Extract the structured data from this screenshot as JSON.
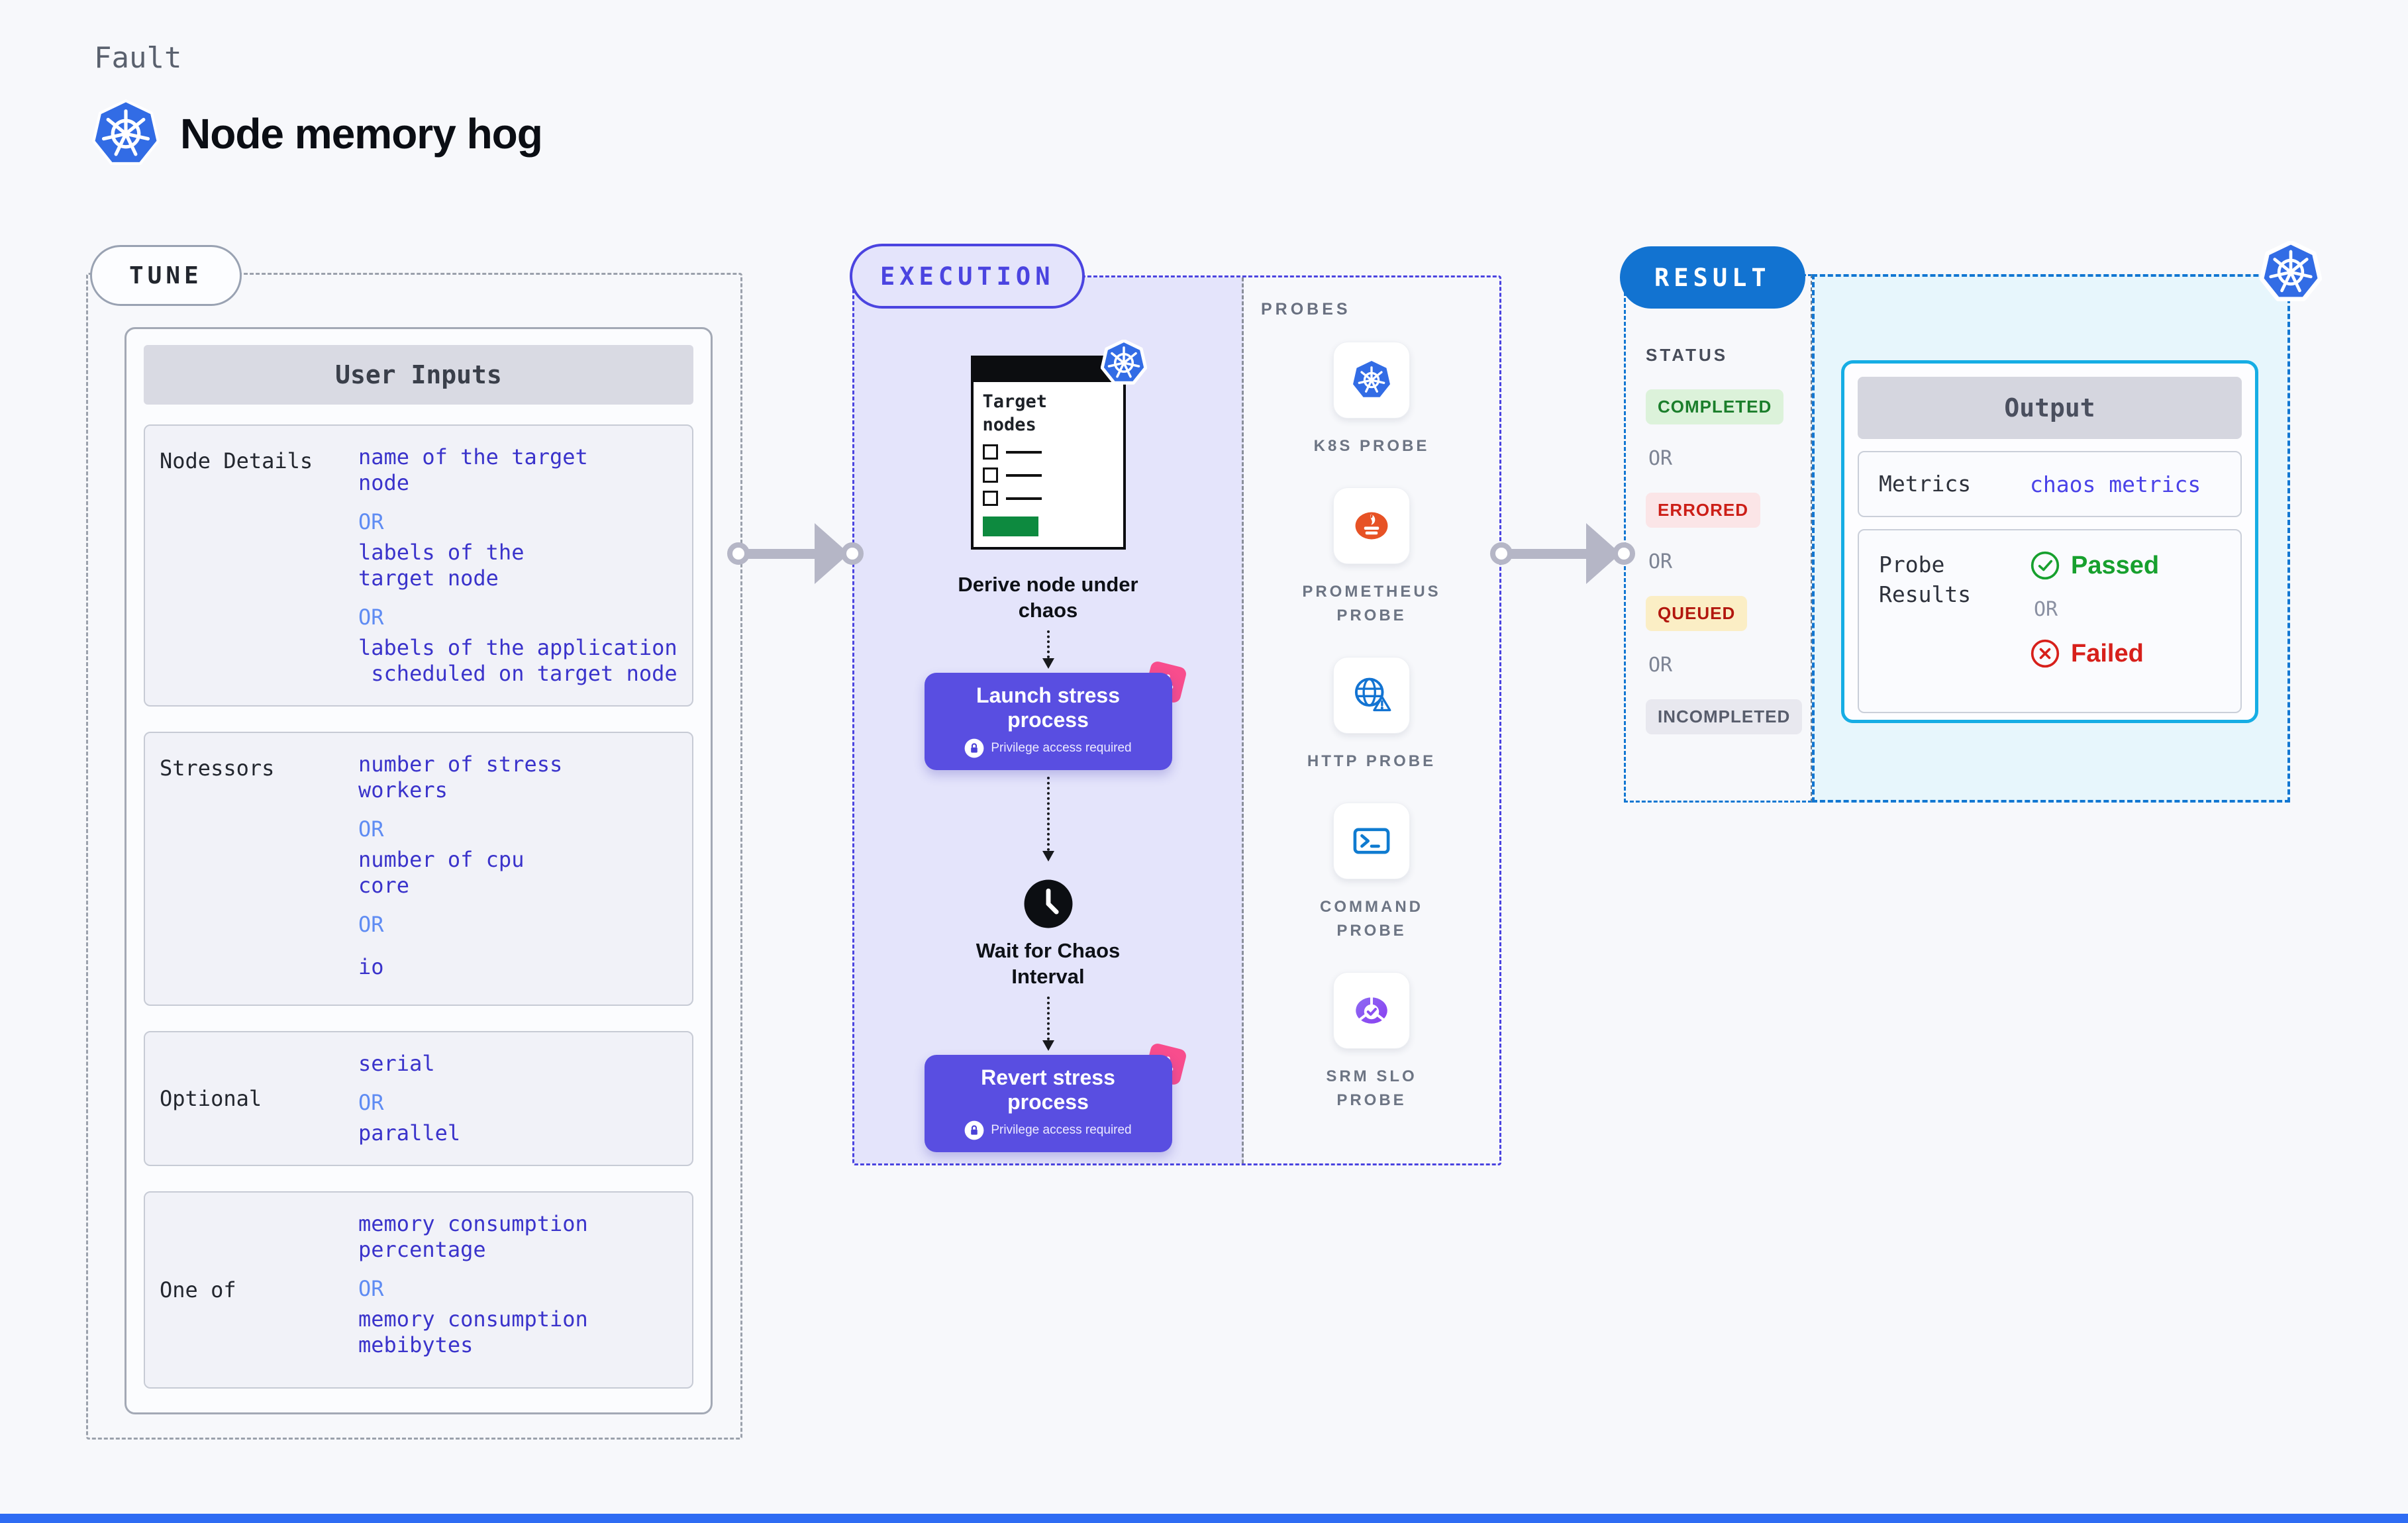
{
  "page": {
    "category_label": "Fault",
    "title": "Node memory hog"
  },
  "colors": {
    "accent_indigo": "#4b44e0",
    "process_button": "#594ee1",
    "result_blue": "#1273d1",
    "output_border_cyan": "#16ade4",
    "value_indigo": "#3a33cb",
    "or_blue": "#5f8cf3",
    "arrow_gray": "#b5b6c6",
    "kubernetes_blue": "#326ce5",
    "ribbon_pink": "#f84d8d",
    "passed_green": "#17a02e",
    "failed_red": "#d7201b"
  },
  "tune": {
    "badge": "TUNE",
    "table_title": "User Inputs",
    "or_label": "OR",
    "rows": [
      {
        "label": "Node Details",
        "options": [
          "name of the target\nnode",
          "labels of the\ntarget node",
          "labels of the application\n scheduled on target node"
        ]
      },
      {
        "label": "Stressors",
        "options": [
          "number of stress\nworkers",
          "number of cpu\ncore",
          "io"
        ]
      },
      {
        "label": "Optional",
        "options": [
          "serial",
          "parallel"
        ]
      },
      {
        "label": "One of",
        "options": [
          "memory consumption\npercentage",
          "memory consumption\nmebibytes"
        ]
      }
    ]
  },
  "execution": {
    "badge": "EXECUTION",
    "target_card_title": "Target\nnodes",
    "step1_caption": "Derive node under\nchaos",
    "launch_button": {
      "label": "Launch stress\nprocess",
      "sublabel": "Privilege access required"
    },
    "wait_caption": "Wait for Chaos\nInterval",
    "revert_button": {
      "label": "Revert stress\nprocess",
      "sublabel": "Privilege access required"
    }
  },
  "probes": {
    "title": "PROBES",
    "items": [
      {
        "label": "K8S PROBE",
        "icon": "kubernetes-icon"
      },
      {
        "label": "PROMETHEUS\nPROBE",
        "icon": "prometheus-icon"
      },
      {
        "label": "HTTP PROBE",
        "icon": "globe-alert-icon"
      },
      {
        "label": "COMMAND\nPROBE",
        "icon": "terminal-icon"
      },
      {
        "label": "SRM SLO\nPROBE",
        "icon": "slo-check-icon"
      }
    ]
  },
  "result": {
    "badge": "RESULT",
    "status_title": "STATUS",
    "or_label": "OR",
    "statuses": [
      {
        "label": "COMPLETED",
        "text_color": "#1b7e2b",
        "bg_color": "#dcf2da"
      },
      {
        "label": "ERRORED",
        "text_color": "#cc1e17",
        "bg_color": "#fbe5e7"
      },
      {
        "label": "QUEUED",
        "text_color": "#b2170e",
        "bg_color": "#fbeec5"
      },
      {
        "label": "INCOMPLETED",
        "text_color": "#585d6c",
        "bg_color": "#e8e8ef"
      }
    ],
    "output": {
      "title": "Output",
      "metrics_label": "Metrics",
      "metrics_value": "chaos metrics",
      "probe_results_label": "Probe\nResults",
      "passed_label": "Passed",
      "failed_label": "Failed"
    }
  }
}
